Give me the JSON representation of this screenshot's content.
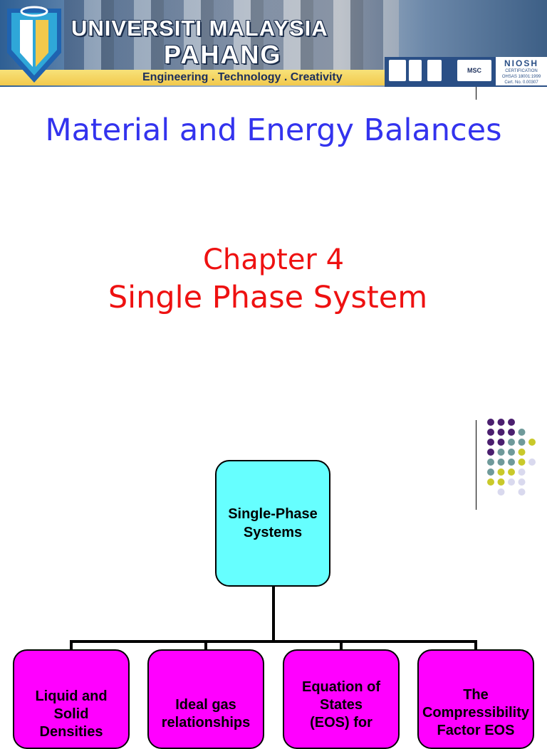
{
  "banner": {
    "university_line1": "UNIVERSITI MALAYSIA",
    "university_line2": "PAHANG",
    "tagline": "Engineering . Technology . Creativity",
    "cert_logos": [
      "",
      "",
      "",
      "MSC"
    ],
    "niosh_name": "NIOSH",
    "niosh_sub1": "CERTIFICATION",
    "niosh_sub2": "OHSAS 18001:1999",
    "niosh_sub3": "Cert. No. 0.00307"
  },
  "slide": {
    "course_title": "Material and Energy Balances",
    "chapter": "Chapter 4",
    "subtitle": "Single Phase System"
  },
  "diagram": {
    "root_label": "Single-Phase Systems",
    "children": [
      {
        "lines": [
          "Liquid and",
          "Solid",
          "Densities"
        ]
      },
      {
        "lines": [
          "Ideal gas",
          "relationships"
        ]
      },
      {
        "lines": [
          "Equation of",
          "States",
          "(EOS) for"
        ]
      },
      {
        "lines": [
          "The",
          "Compressibility",
          "Factor EOS"
        ]
      }
    ]
  },
  "colors": {
    "title_blue": "#3333ee",
    "chapter_red": "#ee1111",
    "root_fill": "#66ffff",
    "child_fill": "#ff00ff",
    "dot_purple": "#4b1f6f",
    "dot_teal": "#6f9a9a",
    "dot_yellow": "#c9c92a",
    "dot_lavender": "#d9d9ee"
  }
}
